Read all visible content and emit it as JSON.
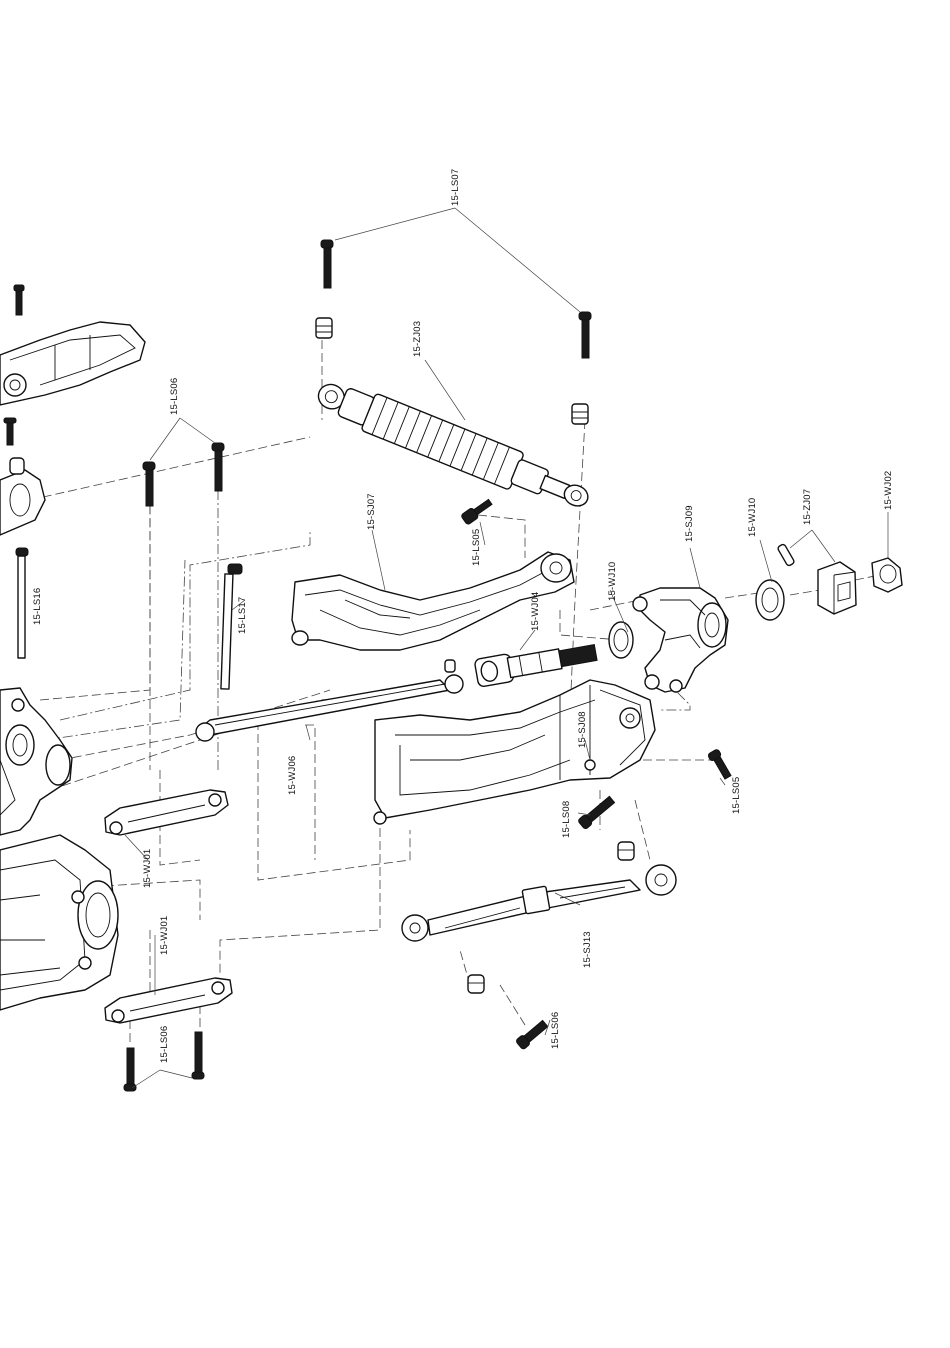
{
  "labels": {
    "ls07": "15-LS07",
    "zj03": "15-ZJ03",
    "ls06_top": "15-LS06",
    "sj07": "15-SJ07",
    "ls05_top": "15-LS05",
    "wj04": "15-WJ04",
    "wj10_left": "15-WJ10",
    "sj09": "15-SJ09",
    "wj10_right": "15-WJ10",
    "zj07": "15-ZJ07",
    "wj02": "15-WJ02",
    "ls16": "15-LS16",
    "ls17": "15-LS17",
    "wj06": "15-WJ06",
    "sj08": "15-SJ08",
    "ls05_right": "15-LS05",
    "ls08": "15-LS08",
    "wj01_top": "15-WJ01",
    "wj01_bottom": "15-WJ01",
    "sj13": "15-SJ13",
    "ls06_bottom": "15-LS06",
    "ls06_right": "15-LS06"
  }
}
